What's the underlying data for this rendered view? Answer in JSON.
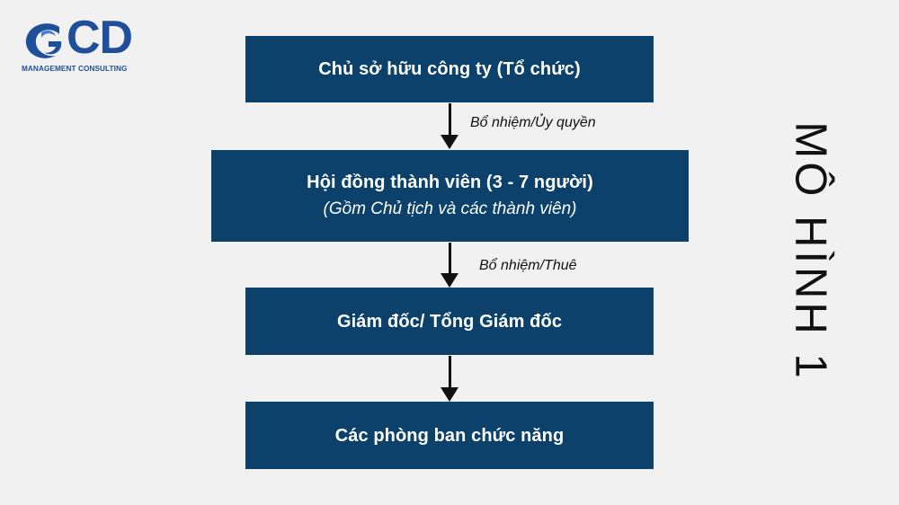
{
  "logo": {
    "mark_text": "CD",
    "subtitle": "MANAGEMENT CONSULTING",
    "brand_color": "#1f4f99"
  },
  "diagram": {
    "box_color": "#0c416b",
    "nodes": {
      "owner": {
        "title": "Chủ sở hữu công ty (Tổ chức)"
      },
      "council": {
        "title": "Hội đồng thành viên (3 - 7 người)",
        "subtitle": "(Gồm Chủ tịch và các thành viên)"
      },
      "director": {
        "title": "Giám đốc/ Tổng Giám đốc"
      },
      "departments": {
        "title": "Các phòng ban chức năng"
      }
    },
    "edges": [
      {
        "from": "owner",
        "to": "council",
        "label": "Bổ nhiệm/Ủy quyền"
      },
      {
        "from": "council",
        "to": "director",
        "label": "Bổ nhiệm/Thuê"
      },
      {
        "from": "director",
        "to": "departments",
        "label": ""
      }
    ]
  },
  "side_title": "MÔ HÌNH 1"
}
